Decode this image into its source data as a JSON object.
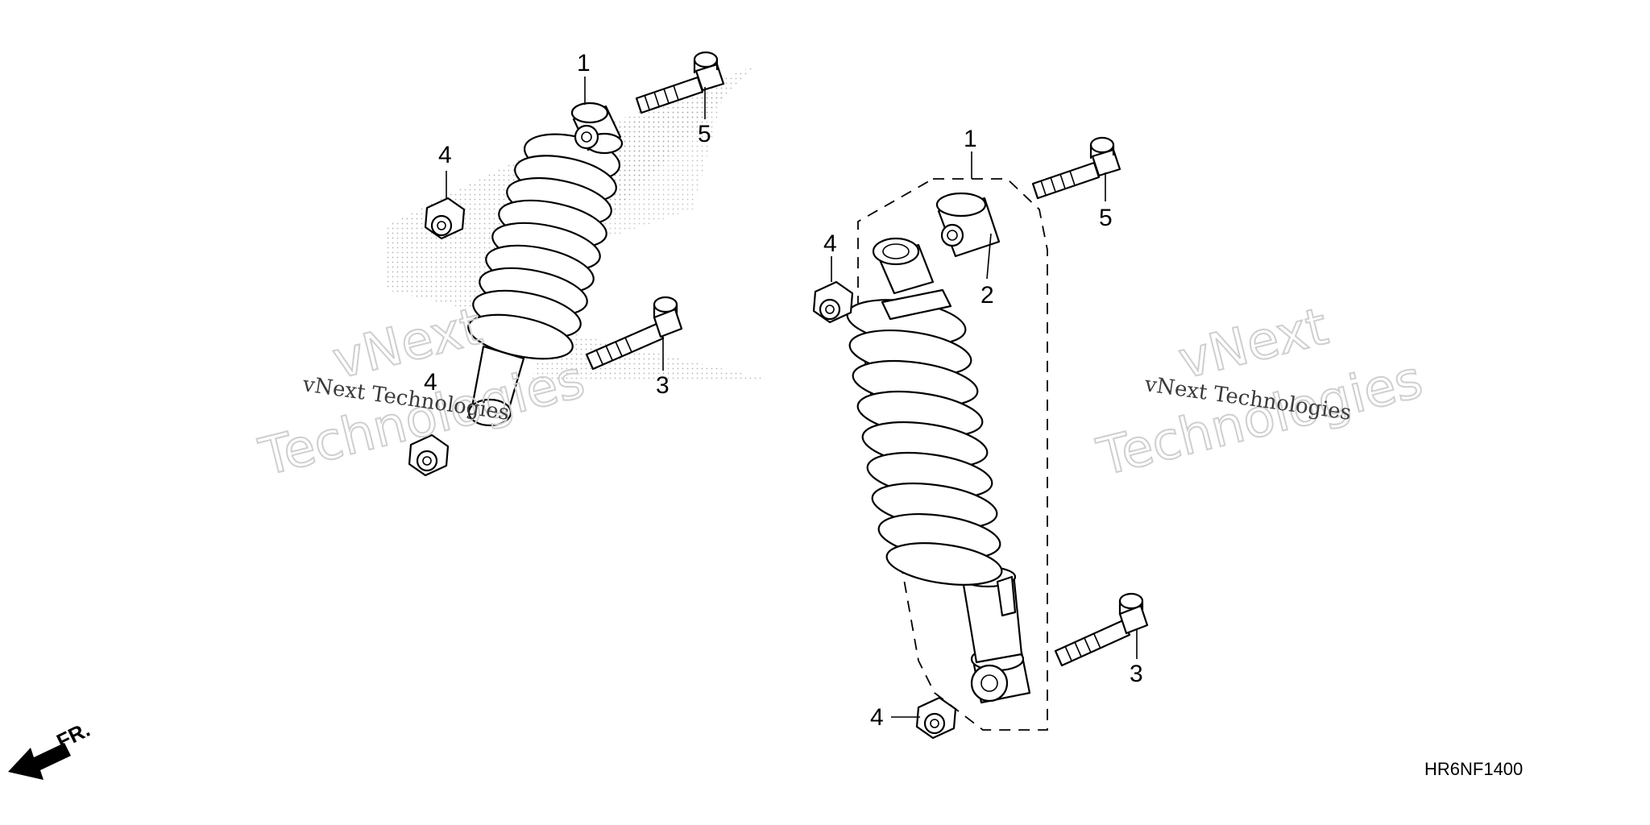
{
  "diagram": {
    "drawing_code": "HR6NF1400",
    "direction_label": "FR.",
    "watermark_line1": "vNext Technologies",
    "watermark_big_top": "vNext",
    "watermark_big_bottom": "Technologies",
    "callouts": {
      "left_1": "1",
      "left_3": "3",
      "left_4_top": "4",
      "left_4_bottom": "4",
      "left_5": "5",
      "right_1": "1",
      "right_2": "2",
      "right_3": "3",
      "right_4_top": "4",
      "right_4_bottom": "4",
      "right_5": "5"
    }
  }
}
